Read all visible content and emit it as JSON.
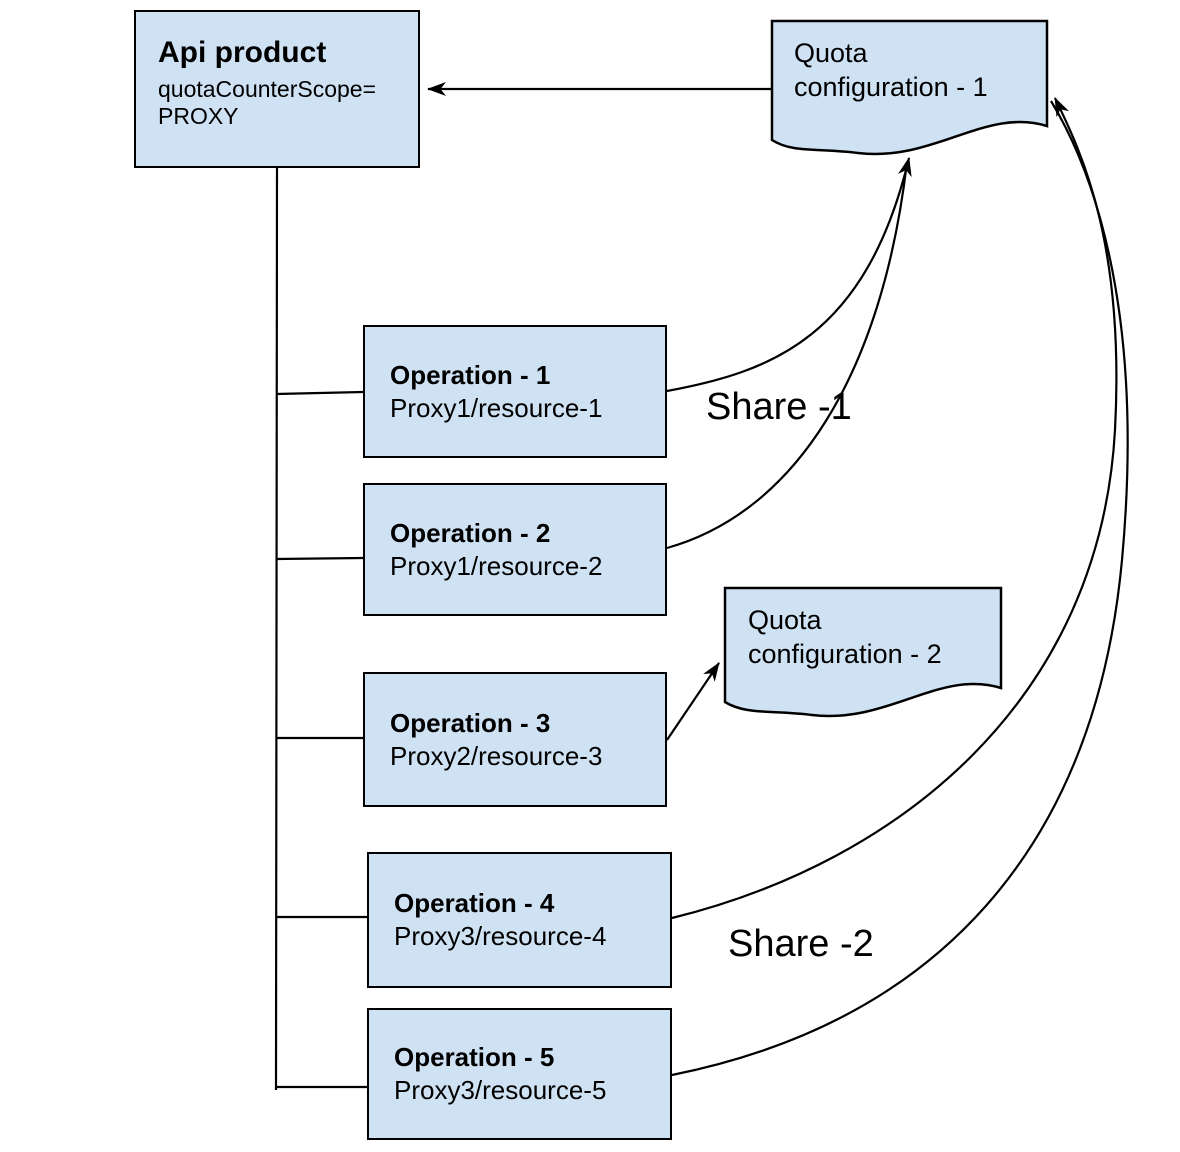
{
  "colors": {
    "node_fill": "#cfe2f3",
    "node_stroke": "#000000",
    "connector": "#000000",
    "text": "#000000"
  },
  "api_product": {
    "title": "Api product",
    "lines": [
      "quotaCounterScope=",
      "PROXY"
    ]
  },
  "quota_configs": [
    {
      "lines": [
        "Quota",
        "configuration - 1"
      ]
    },
    {
      "lines": [
        "Quota",
        "configuration - 2"
      ]
    }
  ],
  "operations": [
    {
      "title": "Operation - 1",
      "path": "Proxy1/resource-1"
    },
    {
      "title": "Operation - 2",
      "path": "Proxy1/resource-2"
    },
    {
      "title": "Operation - 3",
      "path": "Proxy2/resource-3"
    },
    {
      "title": "Operation - 4",
      "path": "Proxy3/resource-4"
    },
    {
      "title": "Operation - 5",
      "path": "Proxy3/resource-5"
    }
  ],
  "share_labels": [
    "Share -1",
    "Share -2"
  ]
}
